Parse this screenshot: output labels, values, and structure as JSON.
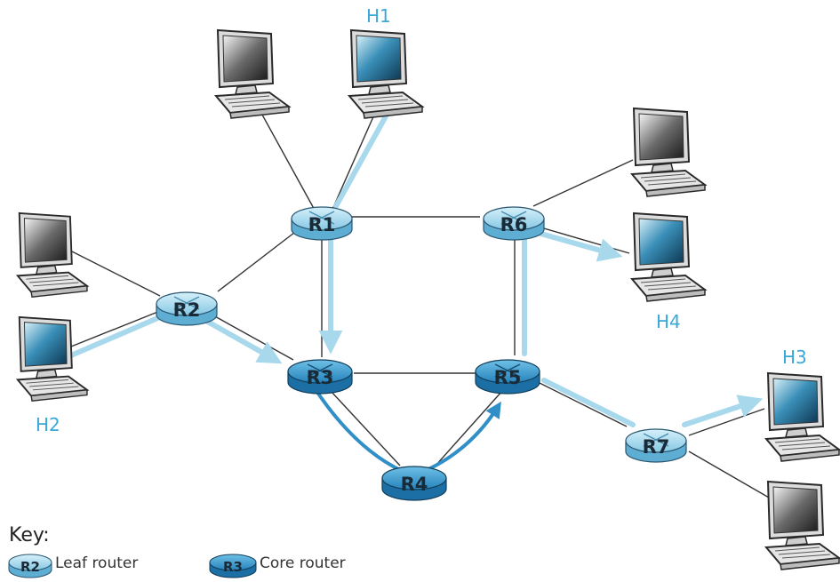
{
  "routers": {
    "r1": "R1",
    "r2": "R2",
    "r3": "R3",
    "r4": "R4",
    "r5": "R5",
    "r6": "R6",
    "r7": "R7"
  },
  "hosts": {
    "h1": "H1",
    "h2": "H2",
    "h3": "H3",
    "h4": "H4"
  },
  "key": {
    "title": "Key:",
    "leaf_router_badge": "R2",
    "leaf_router_label": "Leaf router",
    "core_router_badge": "R3",
    "core_router_label": "Core router"
  },
  "colors": {
    "link": "#333333",
    "leaf_flow": "#a8d8ec",
    "core_flow": "#2f8fc6",
    "leaf_router": "#8fcfe8",
    "core_router": "#2a88c0",
    "host_label": "#3aa8d8"
  }
}
